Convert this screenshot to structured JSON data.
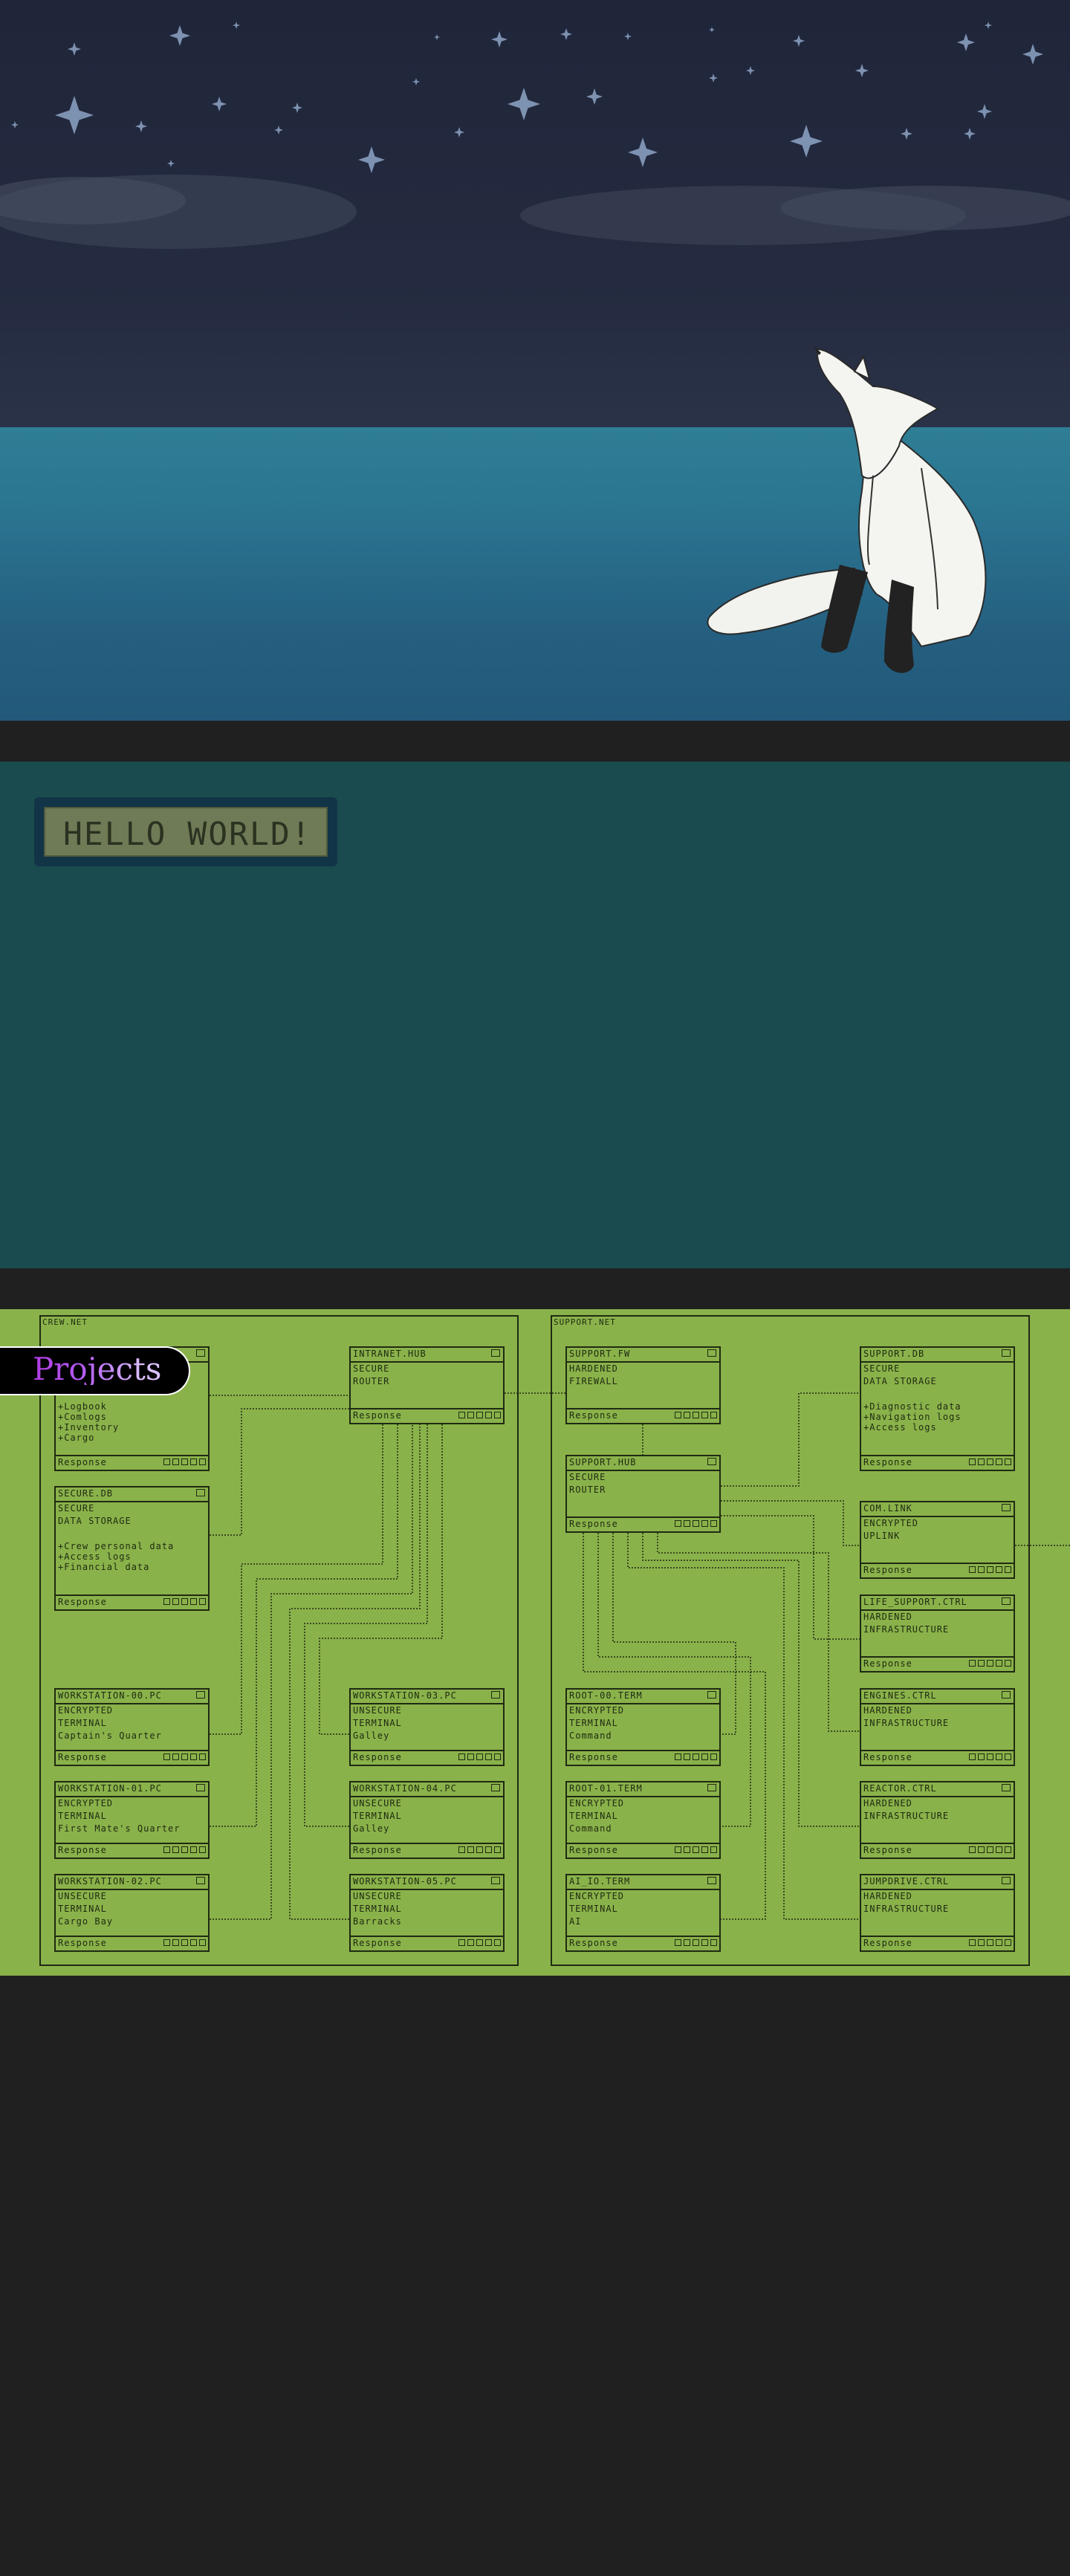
{
  "hero": {
    "sky_color": "#242b40",
    "sea_color": "#2a7490"
  },
  "lcd": {
    "text": "HELLO WORLD!"
  },
  "projects_tab": {
    "label": "Projects"
  },
  "networks": [
    {
      "label": "CREW.NET"
    },
    {
      "label": "SUPPORT.NET"
    }
  ],
  "nodes": [
    {
      "title": "",
      "l1": "",
      "l2": "",
      "items": [
        "Logbook",
        "Comlogs",
        "Inventory",
        "Cargo"
      ],
      "response": "Response",
      "icon": "db-icon"
    },
    {
      "title": "SECURE.DB",
      "l1": "SECURE",
      "l2": "DATA STORAGE",
      "items": [
        "Crew personal data",
        "Access logs",
        "Financial data"
      ],
      "response": "Response",
      "icon": "db-icon"
    },
    {
      "title": "INTRANET.HUB",
      "l1": "SECURE",
      "l2": "ROUTER",
      "l3": "",
      "response": "Response",
      "icon": "router-icon"
    },
    {
      "title": "WORKSTATION-00.PC",
      "l1": "ENCRYPTED",
      "l2": "TERMINAL",
      "l3": "Captain's Quarter",
      "response": "Response",
      "icon": "pc-icon"
    },
    {
      "title": "WORKSTATION-01.PC",
      "l1": "ENCRYPTED",
      "l2": "TERMINAL",
      "l3": "First Mate's Quarter",
      "response": "Response",
      "icon": "pc-icon"
    },
    {
      "title": "WORKSTATION-02.PC",
      "l1": "UNSECURE",
      "l2": "TERMINAL",
      "l3": "Cargo Bay",
      "response": "Response",
      "icon": "pc-icon"
    },
    {
      "title": "WORKSTATION-03.PC",
      "l1": "UNSECURE",
      "l2": "TERMINAL",
      "l3": "Galley",
      "response": "Response",
      "icon": "pc-icon"
    },
    {
      "title": "WORKSTATION-04.PC",
      "l1": "UNSECURE",
      "l2": "TERMINAL",
      "l3": "Galley",
      "response": "Response",
      "icon": "pc-icon"
    },
    {
      "title": "WORKSTATION-05.PC",
      "l1": "UNSECURE",
      "l2": "TERMINAL",
      "l3": "Barracks",
      "response": "Response",
      "icon": "pc-icon"
    },
    {
      "title": "SUPPORT.FW",
      "l1": "HARDENED",
      "l2": "FIREWALL",
      "l3": "",
      "response": "Response",
      "icon": "firewall-icon"
    },
    {
      "title": "SUPPORT.HUB",
      "l1": "SECURE",
      "l2": "ROUTER",
      "l3": "",
      "response": "Response",
      "icon": "router-icon"
    },
    {
      "title": "ROOT-00.TERM",
      "l1": "ENCRYPTED",
      "l2": "TERMINAL",
      "l3": "Command",
      "response": "Response",
      "icon": "terminal-icon"
    },
    {
      "title": "ROOT-01.TERM",
      "l1": "ENCRYPTED",
      "l2": "TERMINAL",
      "l3": "Command",
      "response": "Response",
      "icon": "terminal-icon"
    },
    {
      "title": "AI_IO.TERM",
      "l1": "ENCRYPTED",
      "l2": "TERMINAL",
      "l3": "AI",
      "response": "Response",
      "icon": "terminal-icon"
    },
    {
      "title": "SUPPORT.DB",
      "l1": "SECURE",
      "l2": "DATA STORAGE",
      "items": [
        "Diagnostic data",
        "Navigation logs",
        "Access logs"
      ],
      "response": "Response",
      "icon": "db-icon"
    },
    {
      "title": "COM.LINK",
      "l1": "ENCRYPTED",
      "l2": "UPLINK",
      "l3": "",
      "response": "Response",
      "icon": "uplink-icon"
    },
    {
      "title": "LIFE_SUPPORT.CTRL",
      "l1": "HARDENED",
      "l2": "INFRASTRUCTURE",
      "l3": "",
      "response": "Response",
      "icon": "ctrl-icon"
    },
    {
      "title": "ENGINES.CTRL",
      "l1": "HARDENED",
      "l2": "INFRASTRUCTURE",
      "l3": "",
      "response": "Response",
      "icon": "ctrl-icon"
    },
    {
      "title": "REACTOR.CTRL",
      "l1": "HARDENED",
      "l2": "INFRASTRUCTURE",
      "l3": "",
      "response": "Response",
      "icon": "ctrl-icon"
    },
    {
      "title": "JUMPDRIVE.CTRL",
      "l1": "HARDENED",
      "l2": "INFRASTRUCTURE",
      "l3": "",
      "response": "Response",
      "icon": "ctrl-icon"
    }
  ]
}
